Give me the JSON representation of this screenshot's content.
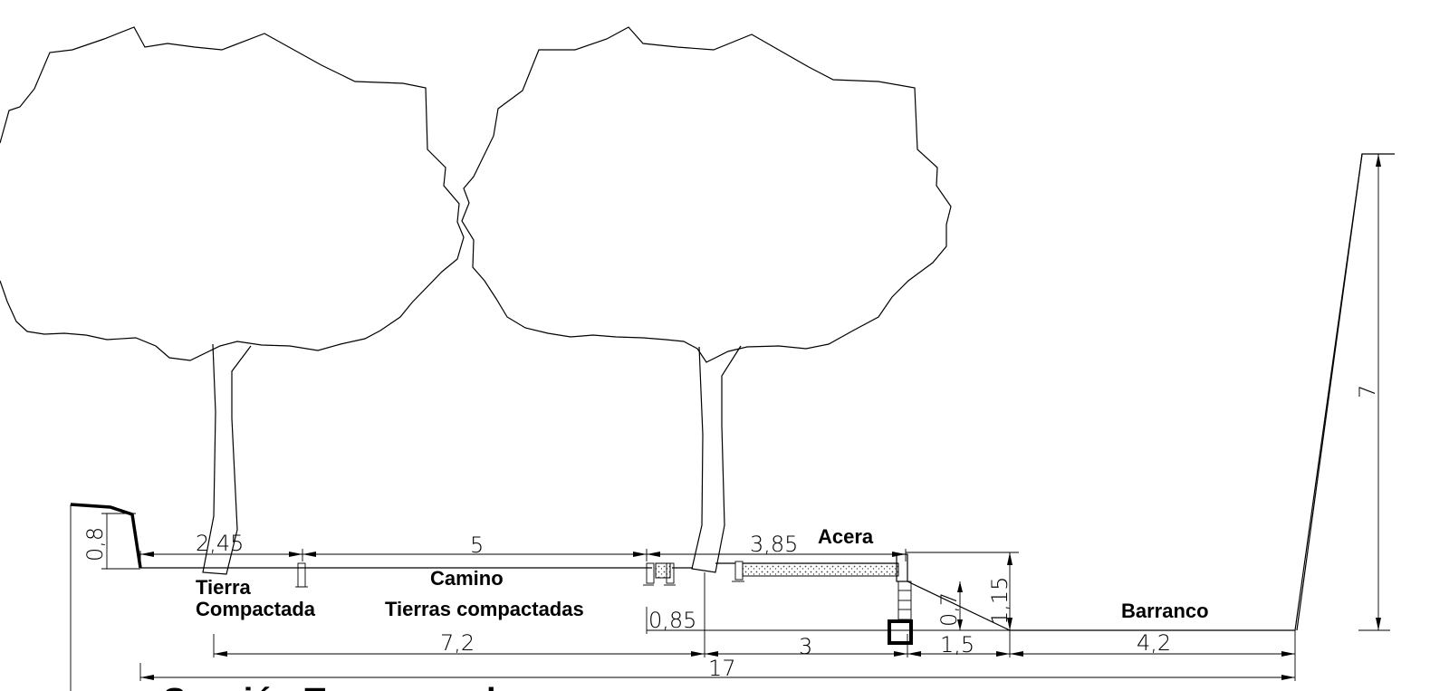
{
  "labels": {
    "acera": "Acera",
    "tierra_1": "Tierra",
    "tierra_2": "Compactada",
    "camino_1": "Camino",
    "camino_2": "Tierras compactadas",
    "barranco": "Barranco"
  },
  "dimensions": {
    "d_0_8": "0,8",
    "d_2_45": "2,45",
    "d_5": "5",
    "d_3_85": "3,85",
    "d_1_15": "1,15",
    "d_0_7": "0,7",
    "d_0_85": "0,85",
    "d_7_2": "7,2",
    "d_3": "3",
    "d_1_5": "1,5",
    "d_4_2": "4,2",
    "d_17": "17",
    "d_7": "7"
  },
  "bottom_title": "Sección Transversal"
}
